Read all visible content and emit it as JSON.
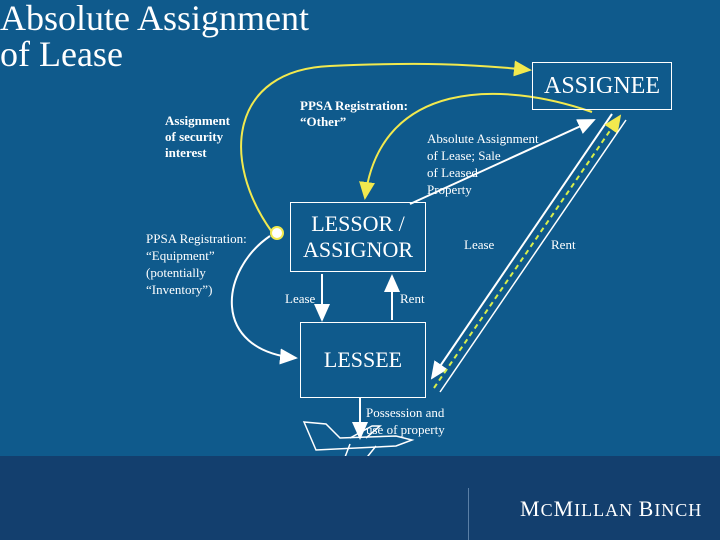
{
  "title": {
    "line1": "Absolute Assignment",
    "line2": "of Lease"
  },
  "boxes": {
    "assignee": "ASSIGNEE",
    "lessor_line1": "LESSOR /",
    "lessor_line2": "ASSIGNOR",
    "lessee": "LESSEE"
  },
  "labels": {
    "assignment_security": [
      "Assignment",
      "of security",
      "interest"
    ],
    "ppsa_other": [
      "PPSA Registration:",
      "“Other”"
    ],
    "absolute_assignment": [
      "Absolute Assignment",
      "of Lease; Sale",
      "of Leased",
      "Property"
    ],
    "ppsa_equipment": [
      "PPSA Registration:",
      "“Equipment”",
      "(potentially",
      "“Inventory”)"
    ],
    "lease_right": "Lease",
    "rent_right": "Rent",
    "lease_left": "Lease",
    "rent_mid": "Rent",
    "possession": [
      "Possession and",
      "use of property"
    ]
  },
  "footer": {
    "brand_mc": "M",
    "brand_c": "C",
    "brand_millan": "M",
    "brand_illan": "ILLAN",
    "brand_b": "B",
    "brand_inch": "INCH"
  },
  "colors": {
    "background": "#0f5a8c",
    "footer": "#133f6e",
    "arrow_yellow": "#f2e94e",
    "arrow_white": "#ffffff",
    "dashed_green": "#d8ef4a"
  },
  "icons": [
    "airplane-icon",
    "lens-icon"
  ]
}
